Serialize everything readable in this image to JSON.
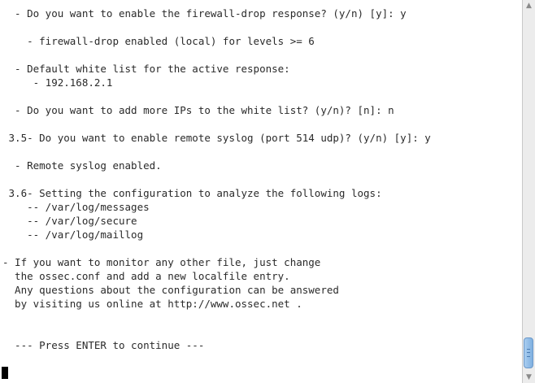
{
  "terminal": {
    "lines": [
      "  - Do you want to enable the firewall-drop response? (y/n) [y]: y",
      "",
      "    - firewall-drop enabled (local) for levels >= 6",
      "",
      "  - Default white list for the active response:",
      "     - 192.168.2.1",
      "",
      "  - Do you want to add more IPs to the white list? (y/n)? [n]: n",
      "",
      " 3.5- Do you want to enable remote syslog (port 514 udp)? (y/n) [y]: y",
      "",
      "  - Remote syslog enabled.",
      "",
      " 3.6- Setting the configuration to analyze the following logs:",
      "    -- /var/log/messages",
      "    -- /var/log/secure",
      "    -- /var/log/maillog",
      "",
      "- If you want to monitor any other file, just change",
      "  the ossec.conf and add a new localfile entry.",
      "  Any questions about the configuration can be answered",
      "  by visiting us online at http://www.ossec.net .",
      "",
      "",
      "  --- Press ENTER to continue ---"
    ]
  },
  "scrollbar": {
    "up_icon": "triangle-up-icon",
    "down_icon": "triangle-down-icon",
    "position": 0.96
  },
  "colors": {
    "text": "#2a2a2a",
    "background": "#ffffff",
    "thumb": "#7fb0e0"
  }
}
